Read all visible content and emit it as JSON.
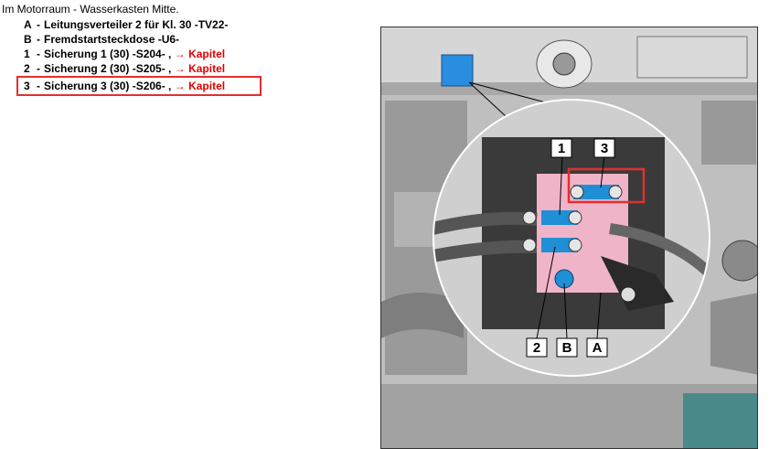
{
  "intro": "Im Motorraum - Wasserkasten Mitte.",
  "legend": [
    {
      "key": "A",
      "text": "Leitungsverteiler 2 für Kl. 30 -TV22-",
      "link": ""
    },
    {
      "key": "B",
      "text": "Fremdstartsteckdose -U6-",
      "link": ""
    },
    {
      "key": "1",
      "text": "Sicherung 1 (30) -S204- ,",
      "link": "→ Kapitel"
    },
    {
      "key": "2",
      "text": "Sicherung 2 (30) -S205- ,",
      "link": "→ Kapitel"
    },
    {
      "key": "3",
      "text": "Sicherung 3 (30) -S206- ,",
      "link": "→ Kapitel",
      "highlighted": true
    }
  ],
  "callouts": {
    "c1": "1",
    "c2": "2",
    "c3": "3",
    "cA": "A",
    "cB": "B"
  },
  "colors": {
    "highlight": "#e03030",
    "link": "#e00000",
    "fuse": "#1f8fd6",
    "pink": "#f0b4c8"
  }
}
